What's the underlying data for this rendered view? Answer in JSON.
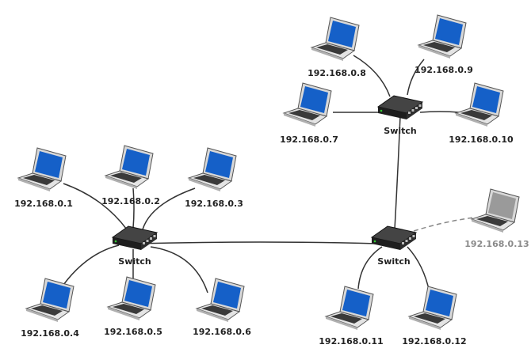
{
  "colors": {
    "cable": "#333333",
    "cable_dashed": "#888888",
    "screen": "#1560c8",
    "screen_off": "#9a9a9a",
    "switch_body": "#1e1e1e",
    "port_led": "#33cc33"
  },
  "switches": [
    {
      "id": "switch-a",
      "label": "Switch"
    },
    {
      "id": "switch-b",
      "label": "Switch"
    },
    {
      "id": "switch-c",
      "label": "Switch"
    }
  ],
  "laptops": [
    {
      "id": "pc-1",
      "label": "192.168.0.1",
      "switch": "switch-a",
      "connected": true
    },
    {
      "id": "pc-2",
      "label": "192.168.0.2",
      "switch": "switch-a",
      "connected": true
    },
    {
      "id": "pc-3",
      "label": "192.168.0.3",
      "switch": "switch-a",
      "connected": true
    },
    {
      "id": "pc-4",
      "label": "192.168.0.4",
      "switch": "switch-a",
      "connected": true
    },
    {
      "id": "pc-5",
      "label": "192.168.0.5",
      "switch": "switch-a",
      "connected": true
    },
    {
      "id": "pc-6",
      "label": "192.168.0.6",
      "switch": "switch-a",
      "connected": true
    },
    {
      "id": "pc-7",
      "label": "192.168.0.7",
      "switch": "switch-b",
      "connected": true
    },
    {
      "id": "pc-8",
      "label": "192.168.0.8",
      "switch": "switch-b",
      "connected": true
    },
    {
      "id": "pc-9",
      "label": "192.168.0.9",
      "switch": "switch-b",
      "connected": true
    },
    {
      "id": "pc-10",
      "label": "192.168.0.10",
      "switch": "switch-b",
      "connected": true
    },
    {
      "id": "pc-11",
      "label": "192.168.0.11",
      "switch": "switch-c",
      "connected": true
    },
    {
      "id": "pc-12",
      "label": "192.168.0.12",
      "switch": "switch-c",
      "connected": true
    },
    {
      "id": "pc-13",
      "label": "192.168.0.13",
      "switch": "switch-c",
      "connected": false
    }
  ],
  "uplinks": [
    {
      "from": "switch-a",
      "to": "switch-c"
    },
    {
      "from": "switch-b",
      "to": "switch-c"
    }
  ]
}
